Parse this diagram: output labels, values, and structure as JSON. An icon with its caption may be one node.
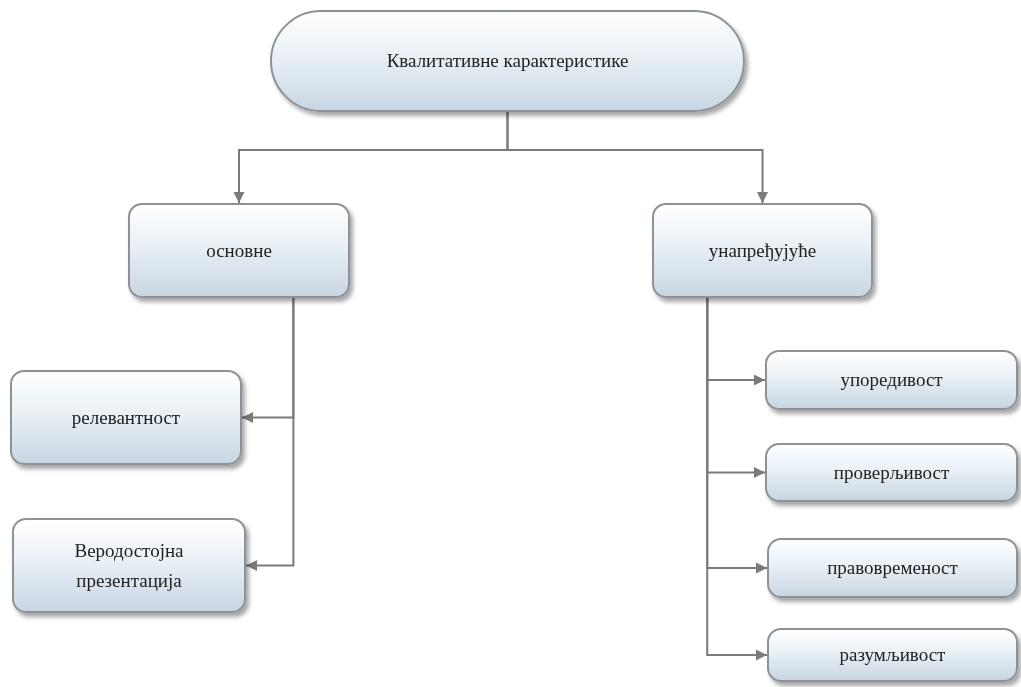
{
  "diagram": {
    "nodes": [
      {
        "text": [
          "Квалитативне карактеристике"
        ]
      },
      {
        "text": [
          "основне"
        ]
      },
      {
        "text": [
          "унапређујуће"
        ]
      },
      {
        "text": [
          "релевантност"
        ]
      },
      {
        "text": [
          "Веродостојна презентација"
        ]
      },
      {
        "text": [
          "упоредивост"
        ]
      },
      {
        "text": [
          "проверљивост"
        ]
      },
      {
        "text": [
          "правовременост"
        ]
      },
      {
        "text": [
          "разумљивост"
        ]
      }
    ],
    "edges": [
      {
        "from": 0,
        "to": 1,
        "arrow": "to"
      },
      {
        "from": 0,
        "to": 2,
        "arrow": "to"
      },
      {
        "from": 1,
        "to": 3,
        "arrow": "to"
      },
      {
        "from": 1,
        "to": 4,
        "arrow": "to"
      },
      {
        "from": 2,
        "to": 5,
        "arrow": "to"
      },
      {
        "from": 2,
        "to": 6,
        "arrow": "to"
      },
      {
        "from": 2,
        "to": 7,
        "arrow": "to"
      },
      {
        "from": 2,
        "to": 8,
        "arrow": "to"
      }
    ]
  }
}
